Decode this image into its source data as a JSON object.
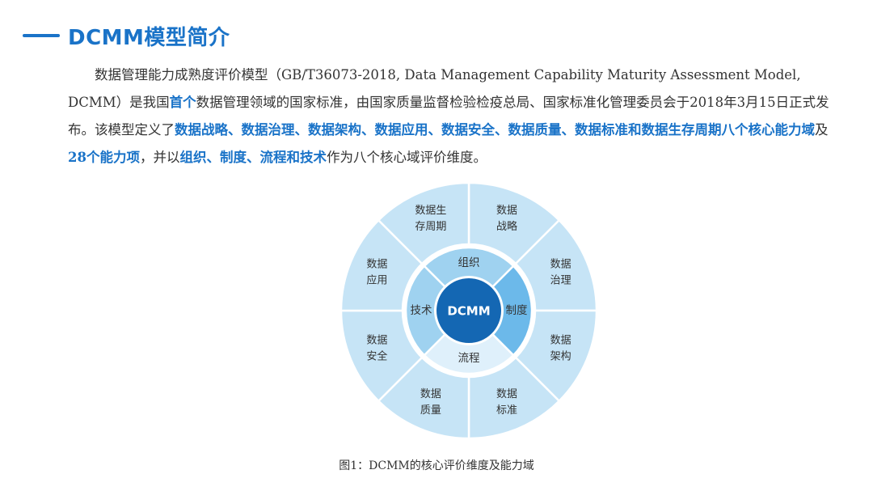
{
  "header": {
    "title": "DCMM模型简介"
  },
  "intro": {
    "segments": [
      {
        "text": "数据管理能力成熟度评价模型（GB/T36073-2018, Data Management Capability Maturity Assessment Model, DCMM）是我国",
        "hl": false
      },
      {
        "text": "首个",
        "hl": true
      },
      {
        "text": "数据管理领域的国家标准，由国家质量监督检验检疫总局、国家标准化管理委员会于2018年3月15日正式发布。该模型定义了",
        "hl": false
      },
      {
        "text": "数据战略、数据治理、数据架构、数据应用、数据安全、数据质量、数据标准和数据生存周期八个核心能力域",
        "hl": true
      },
      {
        "text": "及",
        "hl": false
      },
      {
        "text": "28个能力项",
        "hl": true
      },
      {
        "text": "，并以",
        "hl": false
      },
      {
        "text": "组织、制度、流程和技术",
        "hl": true
      },
      {
        "text": "作为八个核心域评价维度。",
        "hl": false
      }
    ]
  },
  "diagram": {
    "center": "DCMM",
    "dimensions": [
      {
        "label": "组织",
        "pos": "top"
      },
      {
        "label": "制度",
        "pos": "right"
      },
      {
        "label": "流程",
        "pos": "bottom"
      },
      {
        "label": "技术",
        "pos": "left"
      }
    ],
    "domains": [
      {
        "line1": "数据",
        "line2": "战略"
      },
      {
        "line1": "数据",
        "line2": "治理"
      },
      {
        "line1": "数据",
        "line2": "架构"
      },
      {
        "line1": "数据",
        "line2": "标准"
      },
      {
        "line1": "数据",
        "line2": "质量"
      },
      {
        "line1": "数据",
        "line2": "安全"
      },
      {
        "line1": "数据",
        "line2": "应用"
      },
      {
        "line1": "数据生",
        "line2": "存周期"
      }
    ],
    "colors": {
      "outer_ring": "#c6e4f6",
      "inner_ring": "#9fd2f0",
      "inner_highlight": "#6cb9ea",
      "inner_pale": "#dff0fb",
      "center": "#1467b3",
      "text": "#333333"
    }
  },
  "caption": "图1：DCMM的核心评价维度及能力域"
}
